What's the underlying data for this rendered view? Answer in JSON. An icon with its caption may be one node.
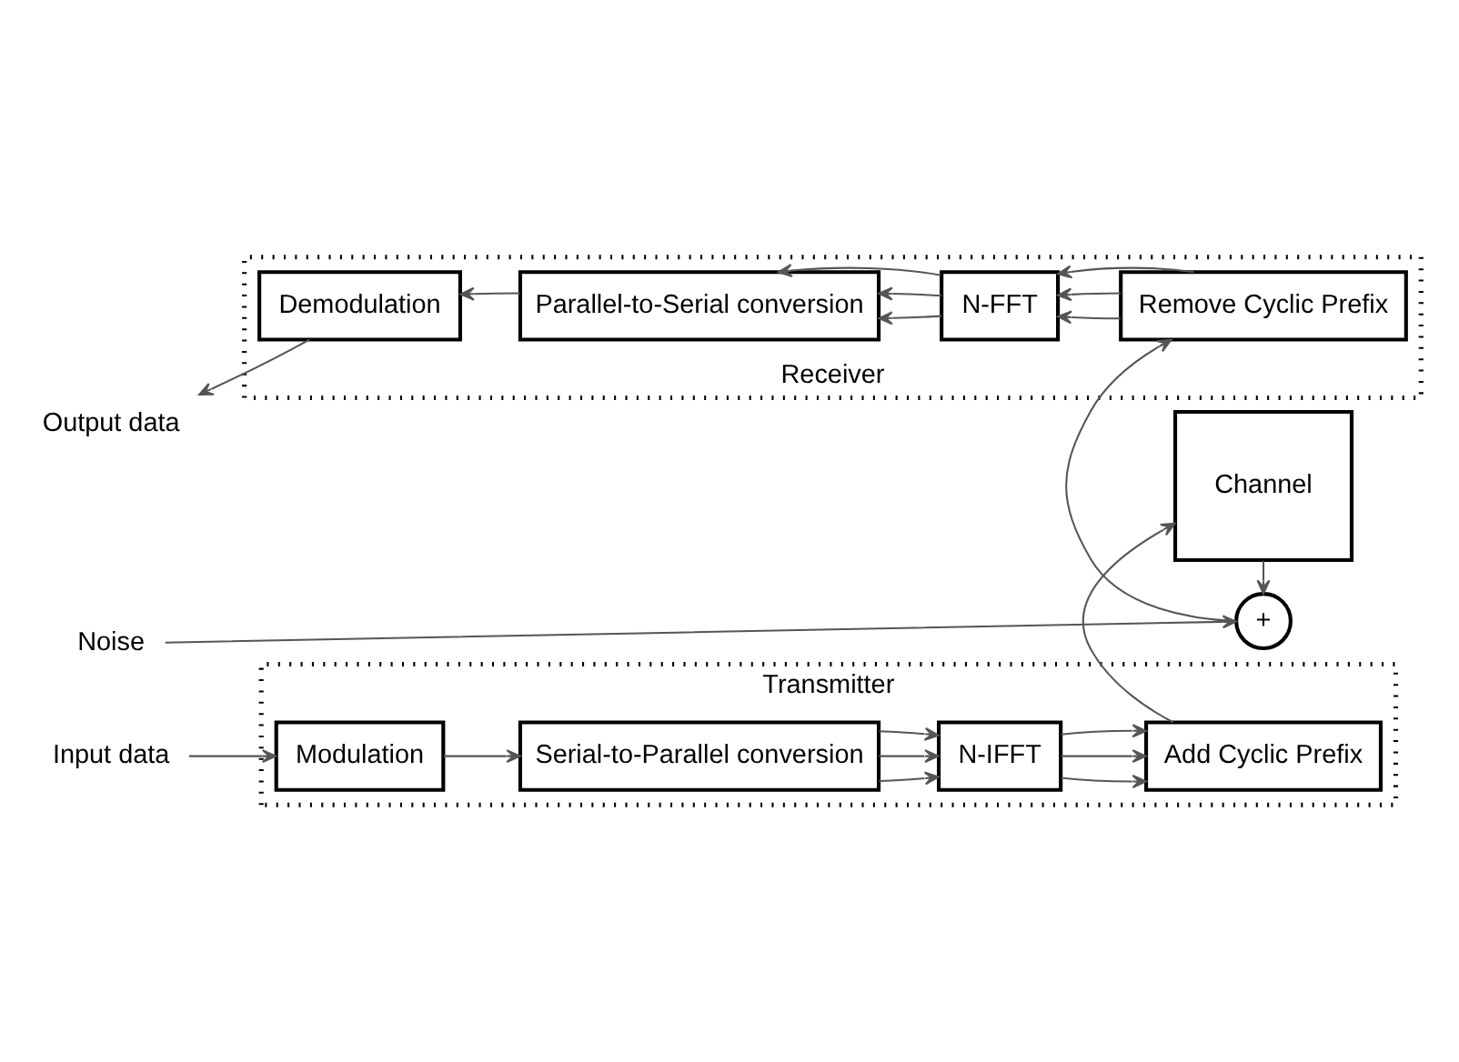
{
  "diagram": {
    "nodes": [
      {
        "text": [
          "Transmitter"
        ]
      },
      {
        "text": [
          "Input data"
        ]
      },
      {
        "text": [
          "Modulation"
        ],
        "in": 0
      },
      {
        "text": [
          "Serial-to-Parallel conversion"
        ],
        "in": 0
      },
      {
        "text": [
          "N-IFFT"
        ],
        "in": 0
      },
      {
        "text": [
          "Add Cyclic Prefix"
        ],
        "in": 0
      },
      {
        "text": [
          "Channel"
        ]
      },
      {
        "text": [
          "Noise"
        ]
      },
      {
        "text": [
          "+"
        ]
      },
      {
        "text": [
          "Receiver"
        ]
      },
      {
        "text": [
          "Demodulation"
        ],
        "in": 9
      },
      {
        "text": [
          "Parallel-to-Serial conversion"
        ],
        "in": 9
      },
      {
        "text": [
          "N-FFT"
        ],
        "in": 9
      },
      {
        "text": [
          "Remove Cyclic Prefix"
        ],
        "in": 9
      },
      {
        "text": [
          "Output data"
        ]
      }
    ],
    "edges": [
      {
        "from": 1,
        "to": 2,
        "arrow": "to"
      },
      {
        "from": 2,
        "to": 3,
        "arrow": "to"
      },
      {
        "from": 3,
        "to": 4,
        "arrow": "to"
      },
      {
        "from": 3,
        "to": 4,
        "arrow": "to"
      },
      {
        "from": 3,
        "to": 4,
        "arrow": "to"
      },
      {
        "from": 4,
        "to": 5,
        "arrow": "to"
      },
      {
        "from": 4,
        "to": 5,
        "arrow": "to"
      },
      {
        "from": 4,
        "to": 5,
        "arrow": "to"
      },
      {
        "from": 5,
        "to": 6,
        "arrow": "to"
      },
      {
        "from": 6,
        "to": 8,
        "arrow": "to"
      },
      {
        "from": 7,
        "to": 8,
        "arrow": "to"
      },
      {
        "from": 8,
        "to": 13,
        "arrow": "to"
      },
      {
        "from": 13,
        "to": 12,
        "arrow": "to"
      },
      {
        "from": 13,
        "to": 12,
        "arrow": "to"
      },
      {
        "from": 13,
        "to": 12,
        "arrow": "to"
      },
      {
        "from": 12,
        "to": 11,
        "arrow": "to"
      },
      {
        "from": 12,
        "to": 11,
        "arrow": "to"
      },
      {
        "from": 12,
        "to": 11,
        "arrow": "to"
      },
      {
        "from": 11,
        "to": 10,
        "arrow": "to"
      },
      {
        "from": 10,
        "to": 14,
        "arrow": "to"
      }
    ]
  }
}
